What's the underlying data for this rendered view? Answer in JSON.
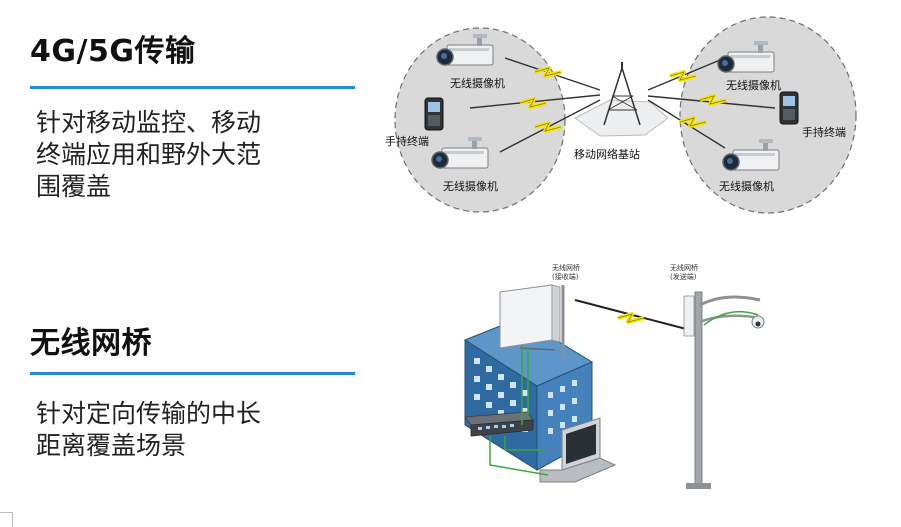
{
  "sections": [
    {
      "title": "4G/5G传输",
      "description_lines": [
        "针对移动监控、移动",
        "终端应用和野外大范",
        "围覆盖"
      ]
    },
    {
      "title": "无线网桥",
      "description_lines": [
        "针对定向传输的中长",
        "距离覆盖场景"
      ]
    }
  ],
  "diagram_4g": {
    "labels": {
      "camera_left_top": "无线摄像机",
      "handheld_left": "手持终端",
      "camera_left_bottom": "无线摄像机",
      "base_station": "移动网络基站",
      "camera_right_top": "无线摄像机",
      "handheld_right": "手持终端",
      "camera_right_bottom": "无线摄像机"
    }
  },
  "diagram_bridge": {
    "labels": {
      "bridge_left_line1": "无线网桥",
      "bridge_left_line2": "(接收端)",
      "bridge_right_line1": "无线网桥",
      "bridge_right_line2": "(发送端)"
    }
  },
  "colors": {
    "accent_rule": "#1f8fd0",
    "ellipse_fill": "#dcdcdc",
    "lightning": "#f4e400",
    "building": "#3d7bb0",
    "cable": "#3aa83a"
  }
}
